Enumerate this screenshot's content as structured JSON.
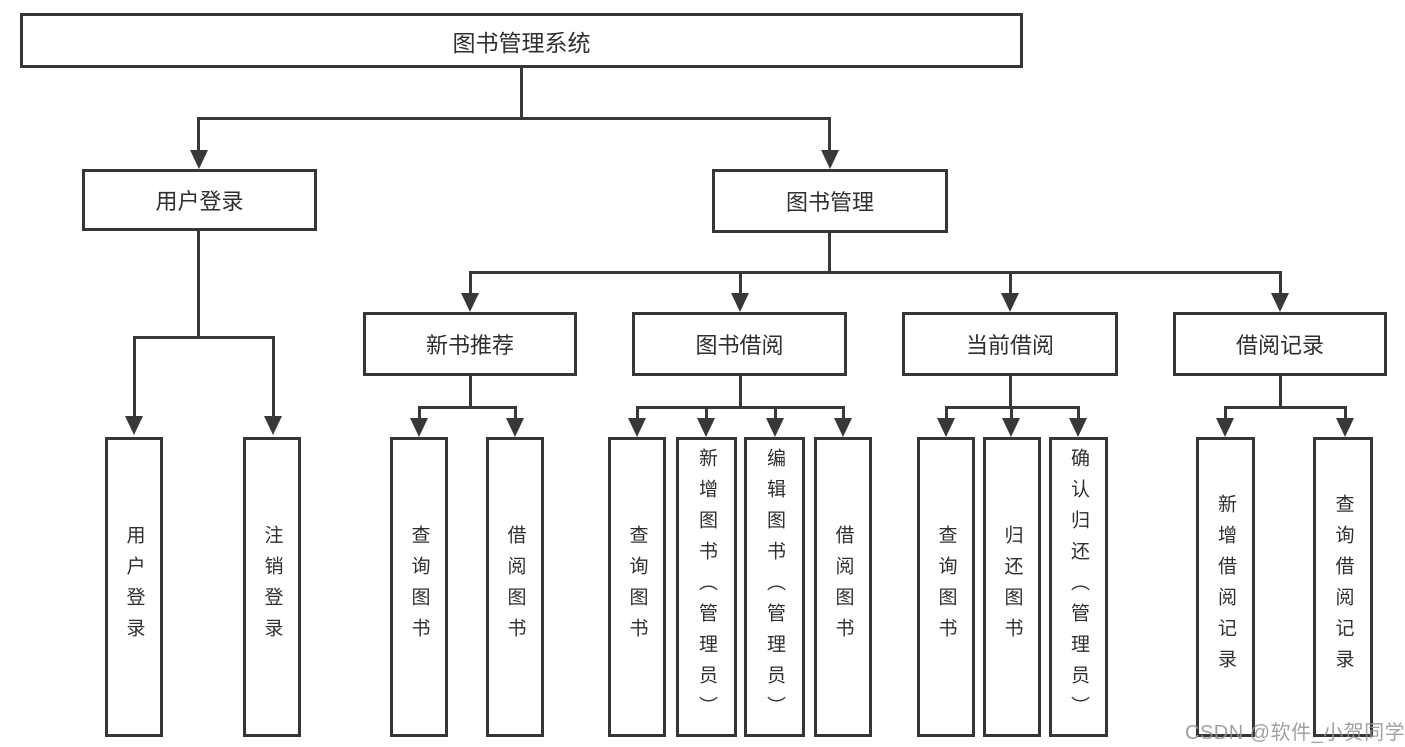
{
  "tree": {
    "root": "图书管理系统",
    "branches": [
      {
        "label": "用户登录",
        "children": [
          "用户登录",
          "注销登录"
        ]
      },
      {
        "label": "图书管理",
        "groups": [
          {
            "label": "新书推荐",
            "children": [
              "查询图书",
              "借阅图书"
            ]
          },
          {
            "label": "图书借阅",
            "children": [
              "查询图书",
              "新增图书（管理员）",
              "编辑图书（管理员）",
              "借阅图书"
            ]
          },
          {
            "label": "当前借阅",
            "children": [
              "查询图书",
              "归还图书",
              "确认归还（管理员）"
            ]
          },
          {
            "label": "借阅记录",
            "children": [
              "新增借阅记录",
              "查询借阅记录"
            ]
          }
        ]
      }
    ]
  },
  "watermark": "CSDN @软件_小贺同学",
  "colors": {
    "line": "#383838",
    "box_background": "#ffffff",
    "text": "#2f2f2f",
    "watermark": "#949494"
  }
}
